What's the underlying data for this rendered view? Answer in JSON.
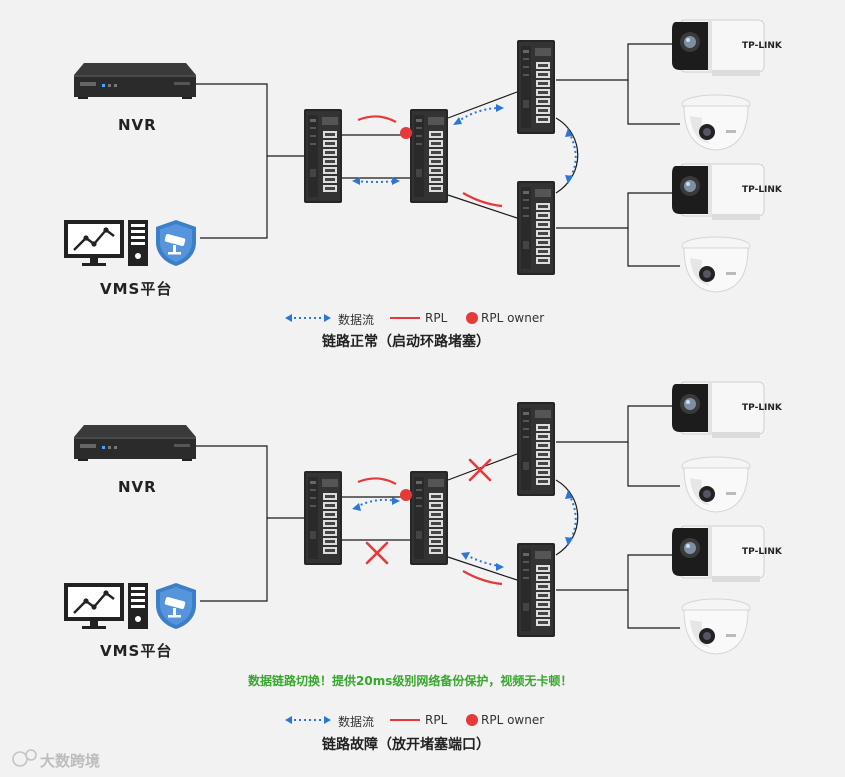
{
  "colors": {
    "background": "#f2f2f2",
    "rpl": "#e63a3a",
    "data_flow": "#2b77d6",
    "owner": "#e63a3a",
    "link": "#1a1a1a",
    "notice": "#37a72d"
  },
  "icons": [
    "nvr-icon",
    "vms-monitor-icon",
    "vms-server-icon",
    "shield-camera-icon",
    "industrial-switch-icon",
    "bullet-camera-icon",
    "dome-camera-icon",
    "block-x-icon"
  ],
  "diagrams": [
    {
      "nvr_label": "NVR",
      "vms_label": "VMS平台",
      "brand": "TP-LINK",
      "legend": {
        "flow": "数据流",
        "rpl": "RPL",
        "owner": "RPL owner"
      },
      "caption": "链路正常（启动环路堵塞）"
    },
    {
      "nvr_label": "NVR",
      "vms_label": "VMS平台",
      "brand": "TP-LINK",
      "notice": "数据链路切换！提供20ms级别网络备份保护，视频无卡顿！",
      "legend": {
        "flow": "数据流",
        "rpl": "RPL",
        "owner": "RPL owner"
      },
      "caption": "链路故障（放开堵塞端口）"
    }
  ],
  "watermark": "大数跨境"
}
